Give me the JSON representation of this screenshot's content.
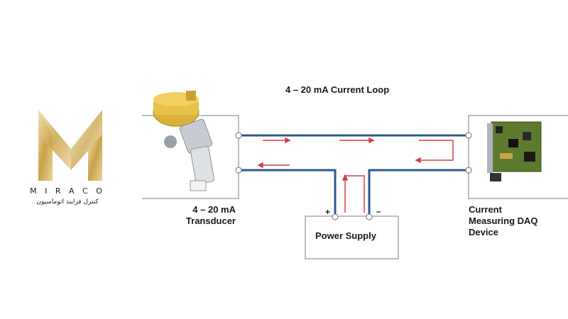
{
  "brand": {
    "name": "M I R A C O",
    "tagline": "کنترل فرایند اتوماسیون"
  },
  "diagram": {
    "title": "4 – 20 mA Current Loop",
    "transducer_label": [
      "4 – 20 mA",
      "Transducer"
    ],
    "daq_label": [
      "Current",
      "Measuring DAQ",
      "Device"
    ],
    "power_supply_label": "Power Supply",
    "plus": "+",
    "minus": "–"
  },
  "colors": {
    "wire": "#2e5a8a",
    "arrow": "#d04040",
    "box": "#a8a8a8",
    "gold": "#c9a24a"
  }
}
